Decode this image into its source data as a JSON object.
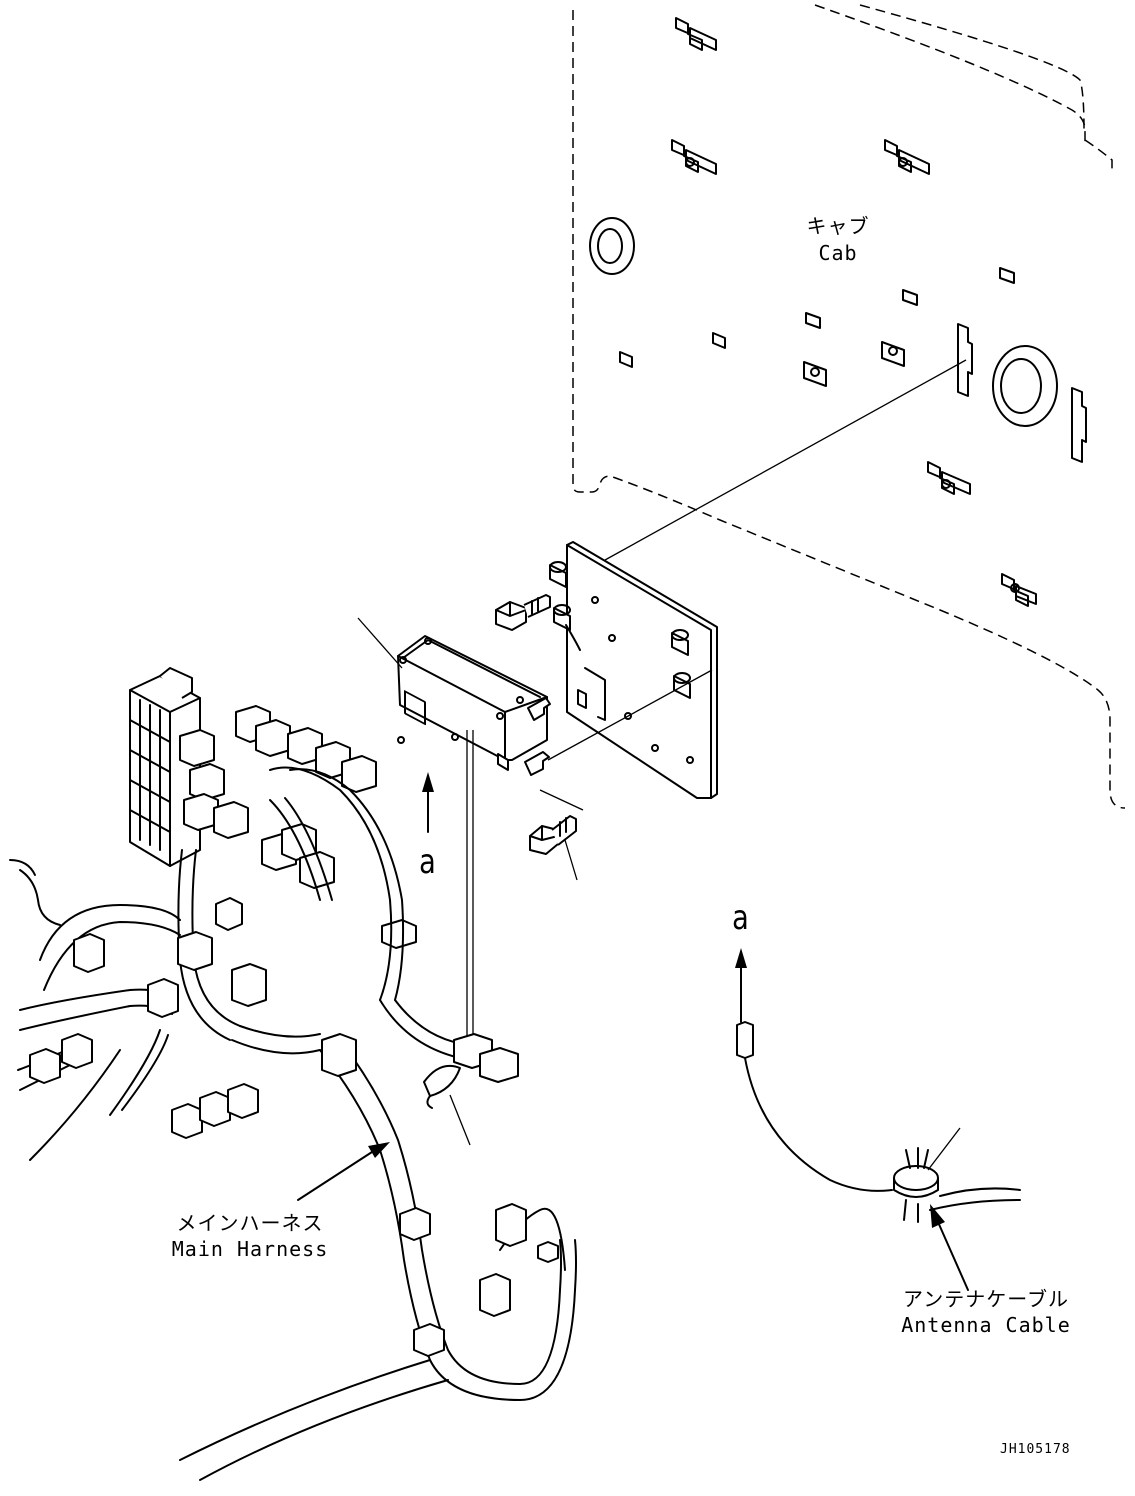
{
  "labels": {
    "cab_jp": "キャブ",
    "cab_en": "Cab",
    "harness_jp": "メインハーネス",
    "harness_en": "Main Harness",
    "antenna_jp": "アンテナケーブル",
    "antenna_en": "Antenna Cable",
    "view_mark_top": "a",
    "view_mark_right": "a",
    "drawing_code": "JH105178"
  }
}
